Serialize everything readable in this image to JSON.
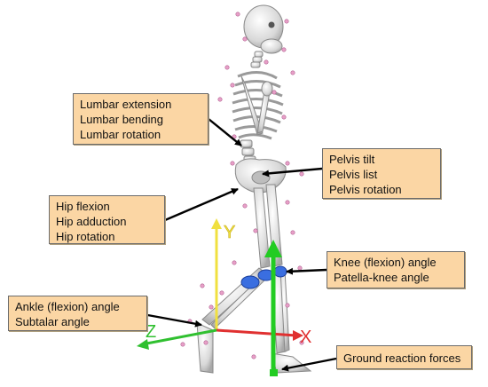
{
  "labels": {
    "lumbar": [
      "Lumbar extension",
      "Lumbar bending",
      "Lumbar rotation"
    ],
    "pelvis": [
      "Pelvis tilt",
      "Pelvis list",
      "Pelvis rotation"
    ],
    "hip": [
      "Hip flexion",
      "Hip adduction",
      "Hip rotation"
    ],
    "knee": [
      "Knee (flexion) angle",
      "Patella-knee angle"
    ],
    "ankle": [
      "Ankle (flexion) angle",
      "Subtalar angle"
    ],
    "ground": [
      "Ground reaction forces"
    ]
  },
  "axes": {
    "x": "X",
    "y": "Y",
    "z": "Z"
  },
  "colors": {
    "callout_fill": "#fbd6a4",
    "bone": "#dcdcdc",
    "bone_outline": "#8a8a8a",
    "marker": "#e8a0c8",
    "axis_x": "#e03030",
    "axis_y": "#f0e040",
    "axis_z": "#30c030",
    "joint": "#3a6ee0",
    "force": "#22cc22"
  }
}
